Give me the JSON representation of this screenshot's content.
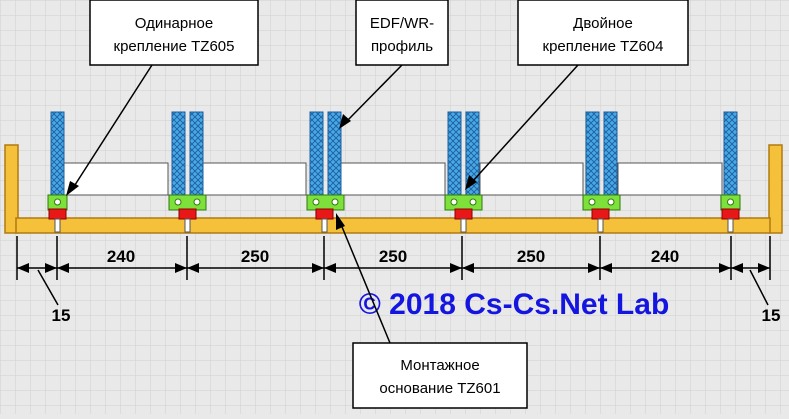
{
  "diagram": {
    "callouts": {
      "single_mount": [
        "Одинарное",
        "крепление TZ605"
      ],
      "profile": [
        "EDF/WR-",
        "профиль"
      ],
      "double_mount": [
        "Двойное",
        "крепление TZ604"
      ],
      "base": [
        "Монтажное",
        "основание TZ601"
      ]
    },
    "dimensions": {
      "spans": [
        "240",
        "250",
        "250",
        "250",
        "240"
      ],
      "edge_left": "15",
      "edge_right": "15"
    },
    "watermark": "© 2018 Cs-Cs.Net Lab",
    "colors": {
      "background": "#e9e9e9",
      "rail": "#f5c13a",
      "rail_edge": "#b07a10",
      "profile_fill": "#48a8e6",
      "mount_green": "#7ee03a",
      "base_red": "#e81818",
      "watermark": "#1515e0"
    }
  }
}
